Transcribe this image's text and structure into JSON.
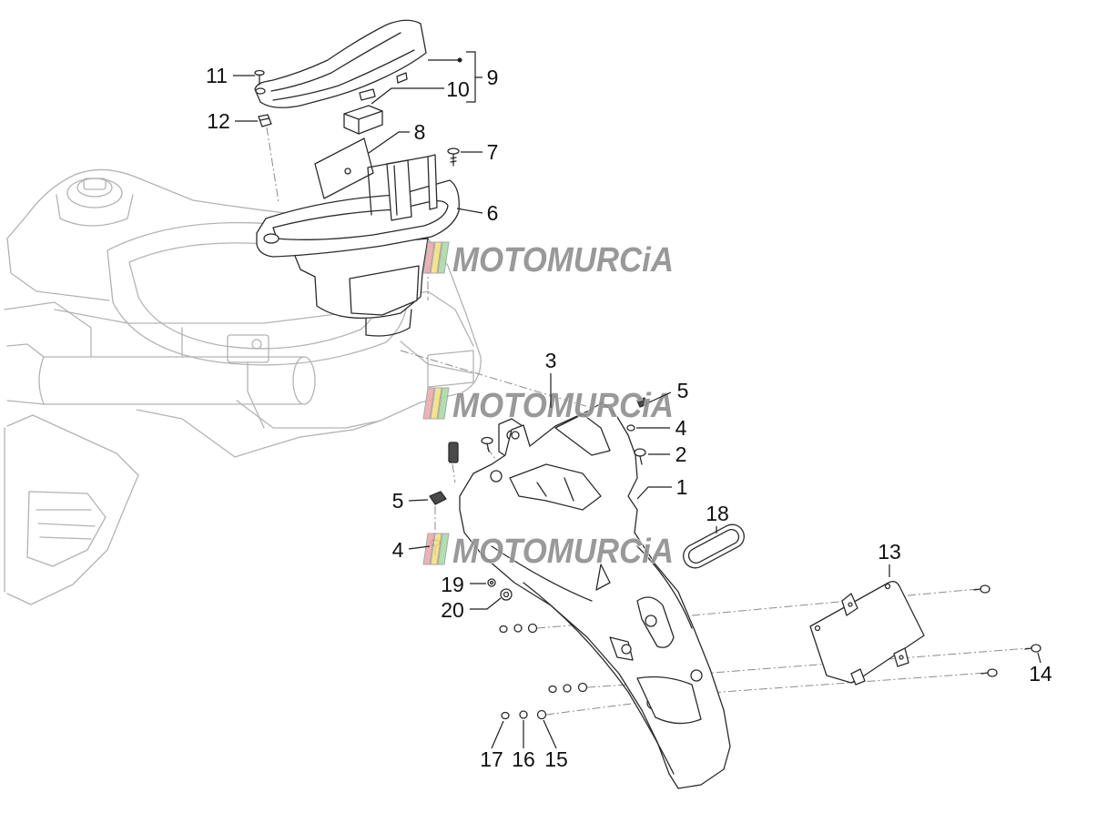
{
  "callouts": [
    "11",
    "12",
    "9",
    "10",
    "8",
    "7",
    "6",
    "3",
    "5",
    "4",
    "2",
    "1",
    "18",
    "5",
    "4",
    "19",
    "20",
    "13",
    "14",
    "17",
    "16",
    "15"
  ],
  "watermark": {
    "text": "MOTOMURCiA",
    "color": "#8f8f8f",
    "flag_colors": [
      "#eeaaaa",
      "#f2e27e",
      "#a8dca8"
    ]
  },
  "colors": {
    "part_line": "#2b2b2b",
    "frame_line": "#b3b3b3",
    "centerline": "#8a8a8a",
    "background": "#ffffff"
  }
}
